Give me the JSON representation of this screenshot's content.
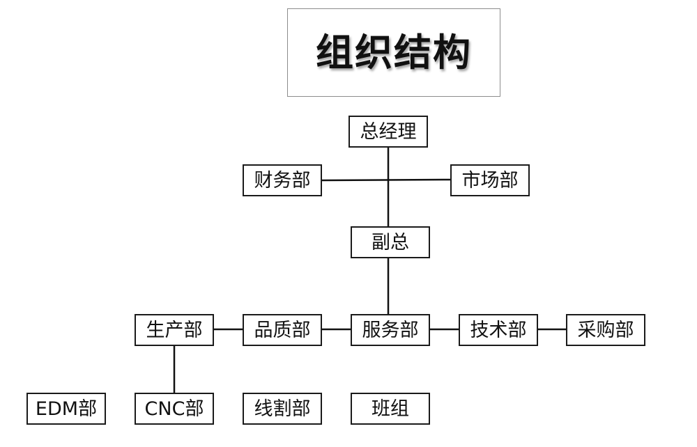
{
  "diagram": {
    "title": "组织结构",
    "nodes": {
      "general_manager": "总经理",
      "finance": "财务部",
      "marketing": "市场部",
      "deputy_general": "副总",
      "service": "服务部",
      "quality": "品质部",
      "production": "生产部",
      "technology": "技术部",
      "purchasing": "采购部",
      "edm": "EDM部",
      "cnc": "CNC部",
      "wire_cutting": "线割部",
      "team": "班组"
    }
  }
}
